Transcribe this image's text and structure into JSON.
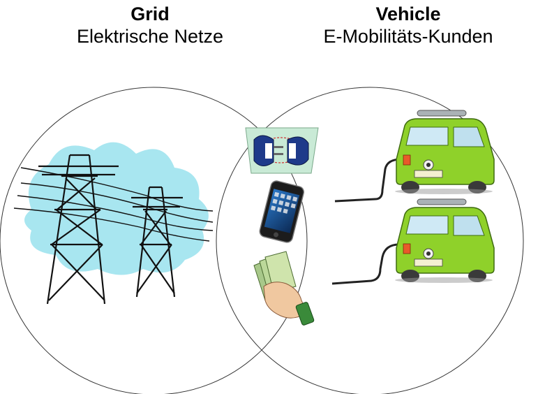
{
  "grid": {
    "title": "Grid",
    "subtitle": "Elektrische Netze"
  },
  "vehicle": {
    "title": "Vehicle",
    "subtitle": "E-Mobilitäts-Kunden"
  },
  "icons": {
    "center": [
      "plug-icon",
      "smartphone-icon",
      "money-hand-icon"
    ],
    "left": "power-pylons-icon",
    "right": [
      "electric-car-icon",
      "electric-car-icon"
    ]
  },
  "colors": {
    "cloud": "#a8e6f0",
    "car_body": "#8fd12a",
    "plug_panel": "#c9ead6",
    "circle_stroke": "#333333"
  }
}
